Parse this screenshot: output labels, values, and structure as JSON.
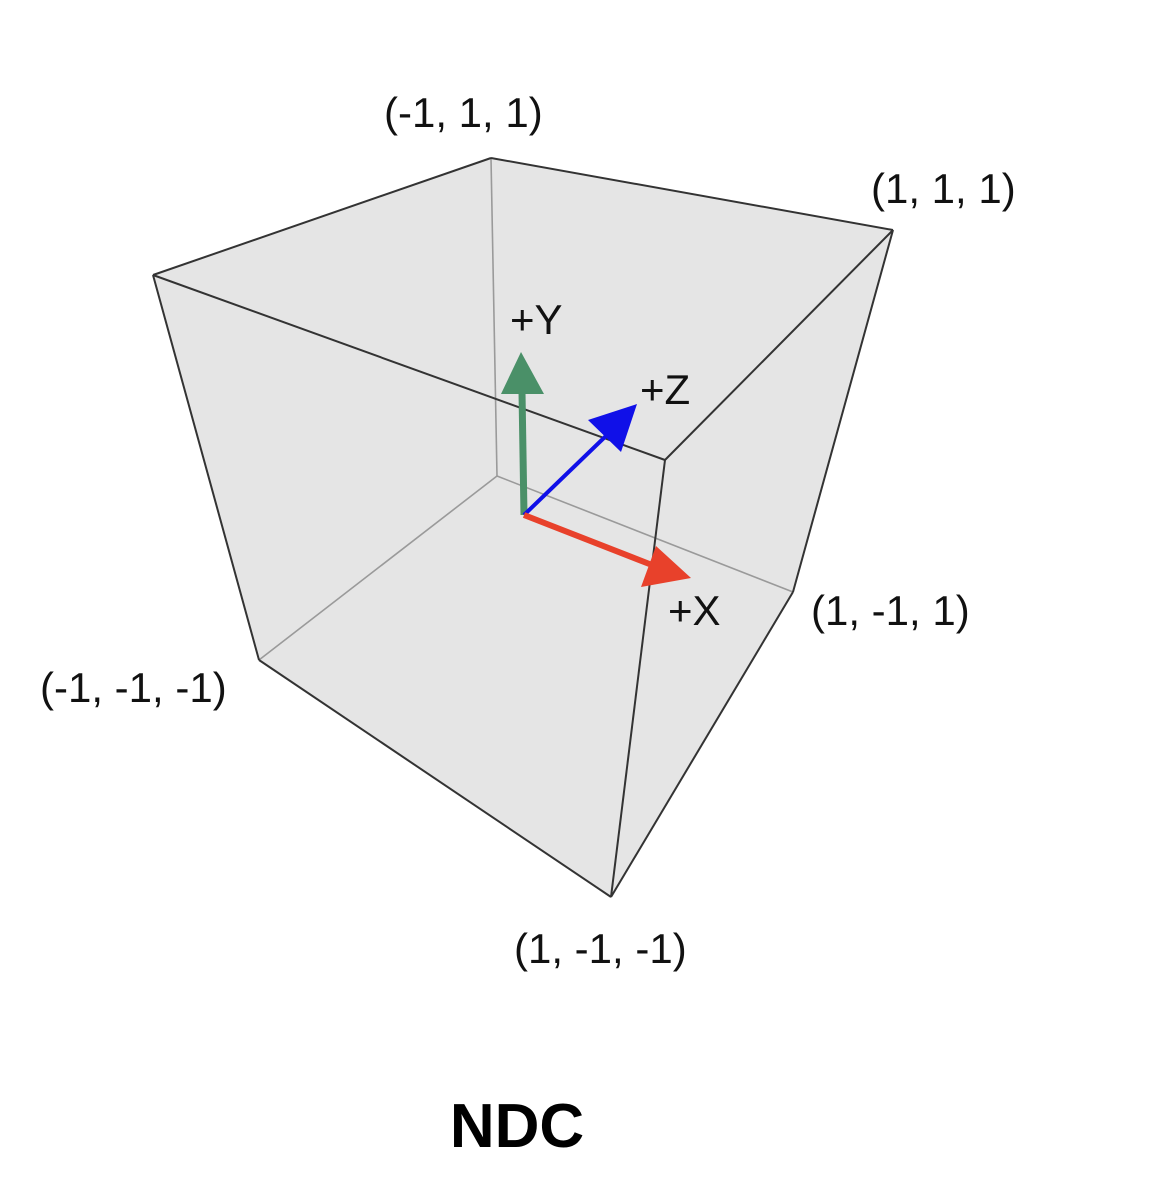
{
  "title": "NDC",
  "corners": {
    "top_back_left": "(-1, 1, 1)",
    "top_back_right": "(1, 1, 1)",
    "bottom_left": "(-1, -1, -1)",
    "bottom_right_back": "(1, -1, 1)",
    "bottom_front": "(1, -1, -1)"
  },
  "axes": {
    "x": {
      "label": "+X",
      "color": "#e8412b"
    },
    "y": {
      "label": "+Y",
      "color": "#4a9068"
    },
    "z": {
      "label": "+Z",
      "color": "#1010e8"
    }
  },
  "colors": {
    "cube_fill": "#e5e5e5",
    "edge": "#333333"
  }
}
